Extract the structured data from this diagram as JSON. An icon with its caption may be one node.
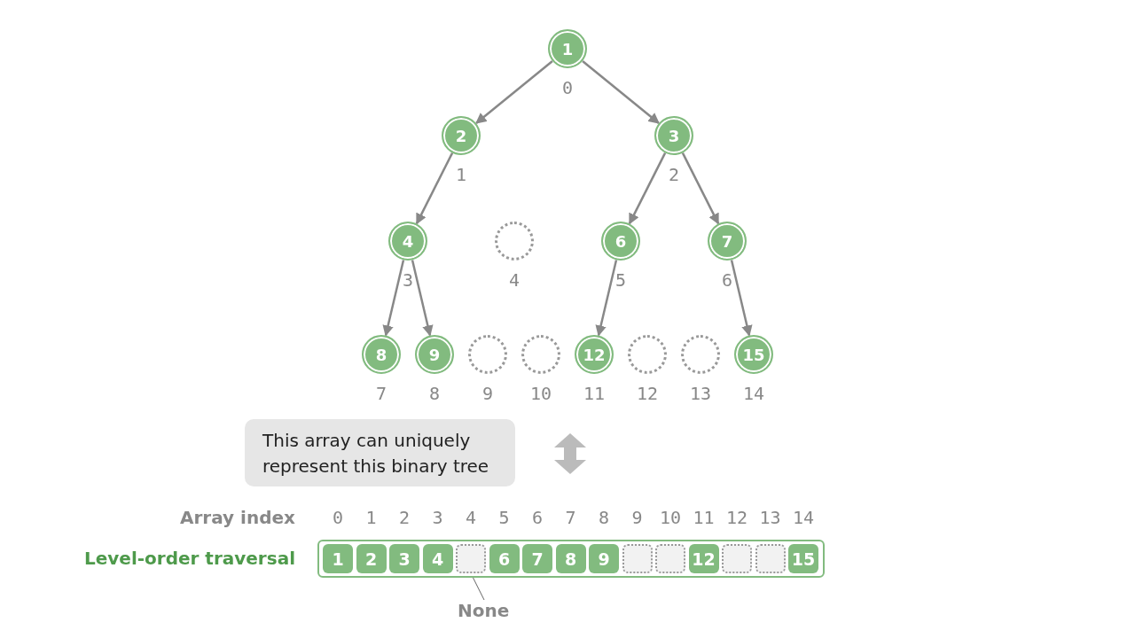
{
  "diagram": {
    "nodes": [
      {
        "text": [
          "1"
        ],
        "beside": [
          "0"
        ]
      },
      {
        "text": [
          "2"
        ],
        "beside": [
          "1"
        ]
      },
      {
        "text": [
          "3"
        ],
        "beside": [
          "2"
        ]
      },
      {
        "text": [
          "4"
        ],
        "beside": [
          "3"
        ]
      },
      {
        "text": [],
        "shape": "circle",
        "beside": [
          "4"
        ]
      },
      {
        "text": [
          "6"
        ],
        "beside": [
          "5"
        ]
      },
      {
        "text": [
          "7"
        ],
        "beside": [
          "6"
        ]
      },
      {
        "text": [
          "8"
        ],
        "beside": [
          "7"
        ]
      },
      {
        "text": [
          "9"
        ],
        "beside": [
          "8"
        ]
      },
      {
        "text": [],
        "shape": "circle",
        "beside": [
          "9"
        ]
      },
      {
        "text": [],
        "shape": "circle",
        "beside": [
          "10"
        ]
      },
      {
        "text": [
          "12"
        ],
        "beside": [
          "11"
        ]
      },
      {
        "text": [],
        "shape": "circle",
        "beside": [
          "12"
        ]
      },
      {
        "text": [],
        "shape": "circle",
        "beside": [
          "13"
        ]
      },
      {
        "text": [
          "15"
        ],
        "beside": [
          "14"
        ]
      },
      {
        "text": [
          "This array can uniquely represent this binary tree"
        ]
      },
      {
        "text": [],
        "shape": "box",
        "beside": [
          "Level-order traversal"
        ]
      },
      {
        "text": [
          "1"
        ],
        "in": 16
      },
      {
        "text": [
          "2"
        ],
        "in": 16
      },
      {
        "text": [
          "3"
        ],
        "in": 16
      },
      {
        "text": [
          "4"
        ],
        "in": 16
      },
      {
        "text": [],
        "shape": "box",
        "in": 16
      },
      {
        "text": [
          "6"
        ],
        "in": 16
      },
      {
        "text": [
          "7"
        ],
        "in": 16
      },
      {
        "text": [
          "8"
        ],
        "in": 16
      },
      {
        "text": [
          "9"
        ],
        "in": 16
      },
      {
        "text": [],
        "shape": "box",
        "in": 16
      },
      {
        "text": [],
        "shape": "box",
        "in": 16
      },
      {
        "text": [
          "12"
        ],
        "in": 16
      },
      {
        "text": [],
        "shape": "box",
        "in": 16
      },
      {
        "text": [],
        "shape": "box",
        "in": 16
      },
      {
        "text": [
          "15"
        ],
        "in": 16
      },
      {
        "text": [
          "None"
        ]
      }
    ],
    "edges": [
      {
        "from": 0,
        "to": 1,
        "arrow": "to"
      },
      {
        "from": 0,
        "to": 2,
        "arrow": "to"
      },
      {
        "from": 1,
        "to": 3,
        "arrow": "to"
      },
      {
        "from": 2,
        "to": 5,
        "arrow": "to"
      },
      {
        "from": 2,
        "to": 6,
        "arrow": "to"
      },
      {
        "from": 3,
        "to": 7,
        "arrow": "to"
      },
      {
        "from": 3,
        "to": 8,
        "arrow": "to"
      },
      {
        "from": 5,
        "to": 11,
        "arrow": "to"
      },
      {
        "from": 6,
        "to": 14,
        "arrow": "to"
      },
      {
        "from": 32,
        "to": 21,
        "arrow": "none"
      }
    ],
    "labels": [
      "Array index",
      "0",
      "1",
      "2",
      "3",
      "4",
      "5",
      "6",
      "7",
      "8",
      "9",
      "10",
      "11",
      "12",
      "13",
      "14"
    ]
  }
}
